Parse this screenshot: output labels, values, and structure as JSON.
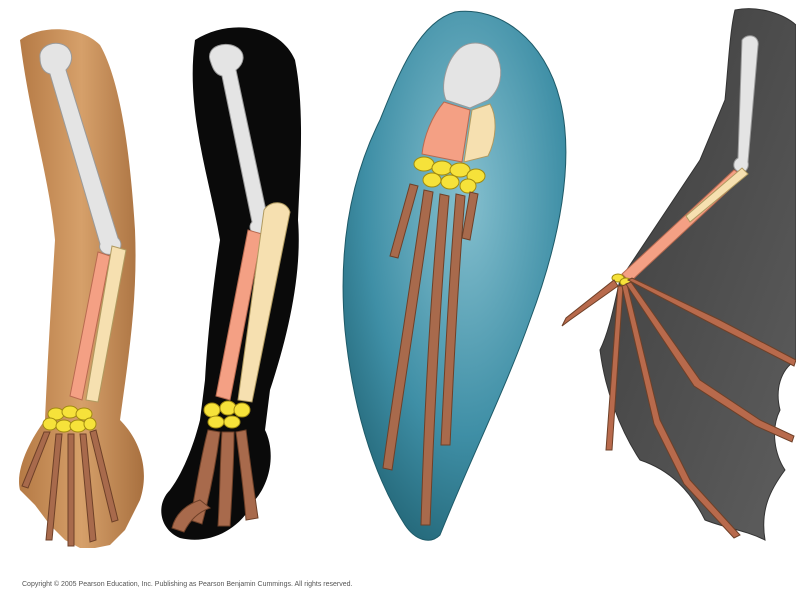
{
  "copyright": "Copyright © 2005 Pearson Education, Inc. Publishing as Pearson Benjamin Cummings. All rights reserved.",
  "colors": {
    "humerus": "#e4e4e4",
    "radius": "#f4a084",
    "ulna": "#f6e0b0",
    "carpals": "#f6e23a",
    "phalanges": "#a86a4c",
    "human_skin": "#c8915e",
    "cat_fur": "#0a0a0a",
    "whale_flipper": "#3f8fa6",
    "bat_wing": "#4a4a4a"
  },
  "limbs": [
    {
      "id": "human",
      "icon": "human-arm-icon"
    },
    {
      "id": "cat",
      "icon": "cat-foreleg-icon"
    },
    {
      "id": "whale",
      "icon": "whale-flipper-icon"
    },
    {
      "id": "bat",
      "icon": "bat-wing-icon"
    }
  ]
}
